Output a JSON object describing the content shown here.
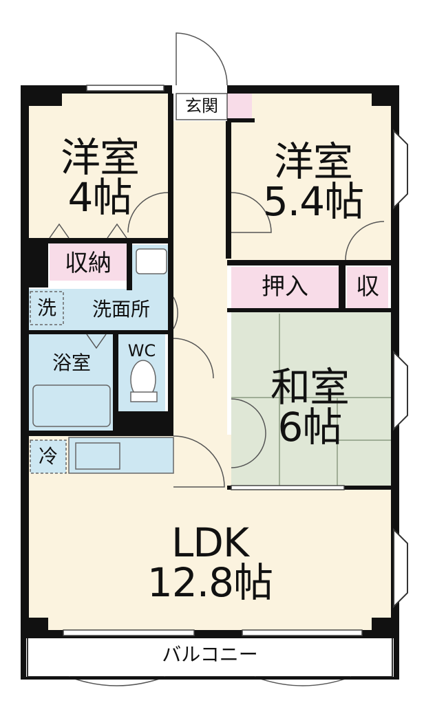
{
  "floorplan": {
    "colors": {
      "wall": "#111111",
      "room_floor": "#fbf3df",
      "wet_area": "#cde7f2",
      "storage": "#f8dce8",
      "tatami": "#dfe7d6",
      "balcony": "#ffffff"
    },
    "rooms": {
      "western_room_1": {
        "name": "洋室",
        "size": "4帖"
      },
      "western_room_2": {
        "name": "洋室",
        "size": "5.4帖"
      },
      "japanese_room": {
        "name": "和室",
        "size": "6帖"
      },
      "ldk": {
        "name": "LDK",
        "size": "12.8帖"
      }
    },
    "labels": {
      "entrance": "玄関",
      "closet_1": "収納",
      "closet_2": "押入",
      "closet_3": "収",
      "washing_machine": "洗",
      "washroom": "洗面所",
      "bathroom": "浴室",
      "toilet": "WC",
      "refrigerator": "冷",
      "balcony": "バルコニー"
    }
  }
}
